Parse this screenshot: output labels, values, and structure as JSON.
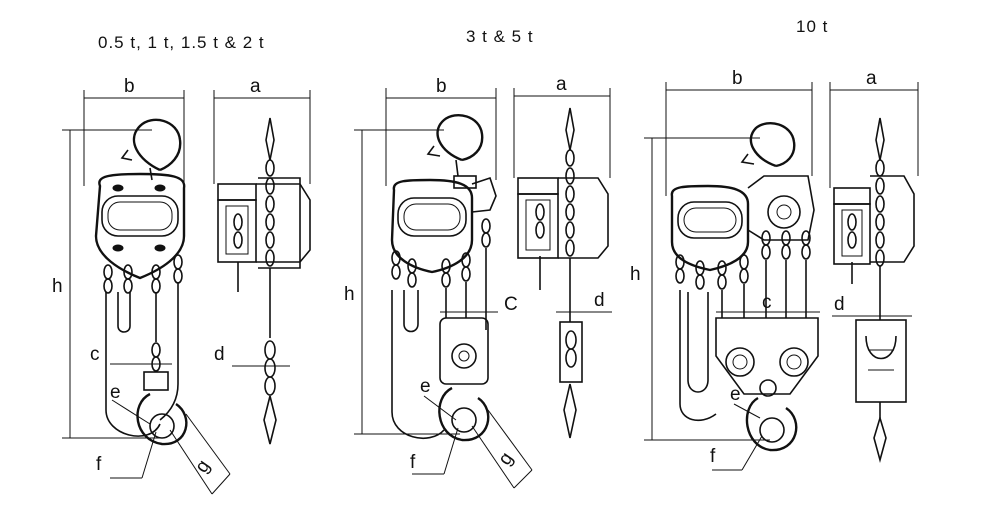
{
  "variants": [
    {
      "title": "0.5 t, 1 t, 1.5 t & 2 t",
      "dims": {
        "a": "a",
        "b": "b",
        "c": "c",
        "d": "d",
        "e": "e",
        "f": "f",
        "g": "g",
        "h": "h"
      }
    },
    {
      "title": "3 t & 5 t",
      "dims": {
        "a": "a",
        "b": "b",
        "c": "C",
        "d": "d",
        "e": "e",
        "f": "f",
        "g": "g",
        "h": "h"
      }
    },
    {
      "title": "10 t",
      "dims": {
        "a": "a",
        "b": "b",
        "c": "c",
        "d": "d",
        "e": "e",
        "f": "f",
        "h": "h"
      }
    }
  ]
}
